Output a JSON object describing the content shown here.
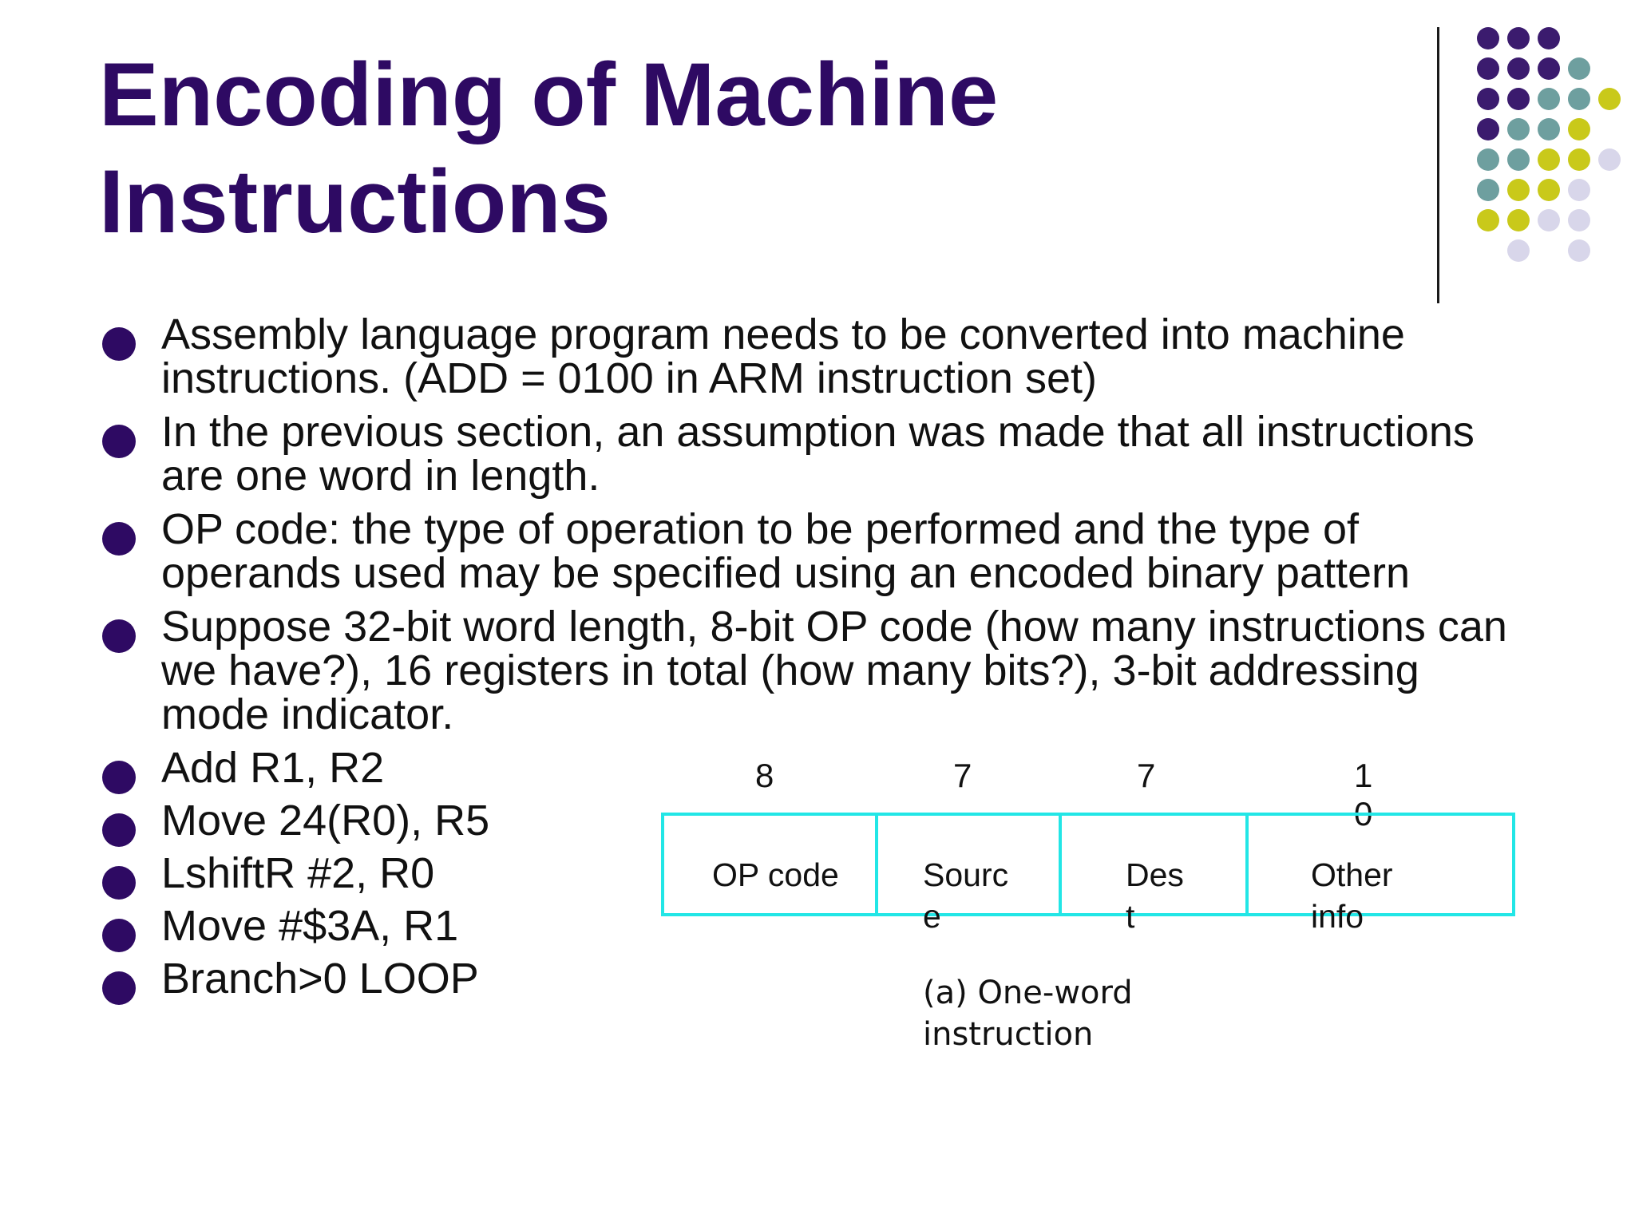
{
  "slide": {
    "title_lines": [
      "Encoding of Machine",
      "Instructions"
    ],
    "bullets": [
      "Assembly language program needs to be converted into machine instructions. (ADD = 0100 in ARM instruction set)",
      "In the previous section, an assumption was made that all instructions are one word in length.",
      "OP code: the type of operation to be performed and the type of operands used may be specified using an encoded binary pattern",
      "Suppose 32-bit word length, 8-bit OP code (how many instructions can we have?), 16 registers in total (how many bits?), 3-bit addressing mode indicator.",
      "Add  R1, R2",
      "Move  24(R0), R5",
      "LshiftR  #2, R0",
      "Move  #$3A, R1",
      "Branch>0  LOOP"
    ]
  },
  "diagram": {
    "fields": [
      {
        "bits": "8",
        "label": "OP code"
      },
      {
        "bits": "7",
        "label": "Source"
      },
      {
        "bits": "7",
        "label": "Dest"
      },
      {
        "bits": "10",
        "label": "Other info"
      }
    ],
    "caption": "(a) One-word instruction",
    "box_color": "#22e6e6"
  },
  "decor": {
    "colors": {
      "purple": "#3b1b6e",
      "teal": "#6e9f9f",
      "yellow": "#c9c91a",
      "lavender": "#d8d6ea"
    }
  }
}
